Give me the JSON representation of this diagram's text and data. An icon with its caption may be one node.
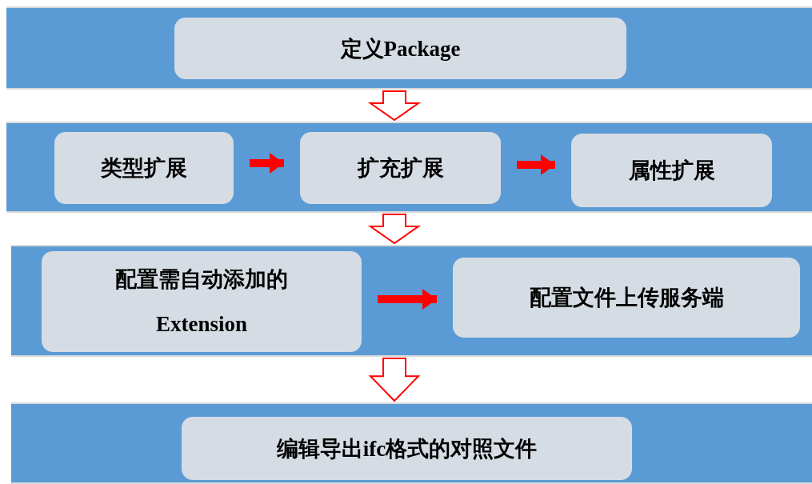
{
  "diagram": {
    "nodes": [
      {
        "text": [],
        "shape": "bar"
      },
      {
        "text": [
          "定义Package"
        ],
        "in": 0
      },
      {
        "text": [],
        "shape": "bar"
      },
      {
        "text": [
          "类型扩展"
        ],
        "in": 2
      },
      {
        "text": [
          "扩充扩展"
        ],
        "in": 2
      },
      {
        "text": [
          "属性扩展"
        ],
        "in": 2
      },
      {
        "text": [],
        "shape": "bar"
      },
      {
        "text": [
          "配置需自动添加的 Extension"
        ],
        "in": 6
      },
      {
        "text": [
          "配置文件上传服务端"
        ],
        "in": 6
      },
      {
        "text": [],
        "shape": "bar"
      },
      {
        "text": [
          "编辑导出ifc格式的对照文件"
        ],
        "in": 9
      }
    ],
    "edges": [
      {
        "from": 0,
        "to": 2,
        "arrow": "to"
      },
      {
        "from": 3,
        "to": 4,
        "arrow": "to"
      },
      {
        "from": 4,
        "to": 5,
        "arrow": "to"
      },
      {
        "from": 2,
        "to": 6,
        "arrow": "to"
      },
      {
        "from": 7,
        "to": 8,
        "arrow": "to"
      },
      {
        "from": 6,
        "to": 9,
        "arrow": "to"
      }
    ]
  }
}
